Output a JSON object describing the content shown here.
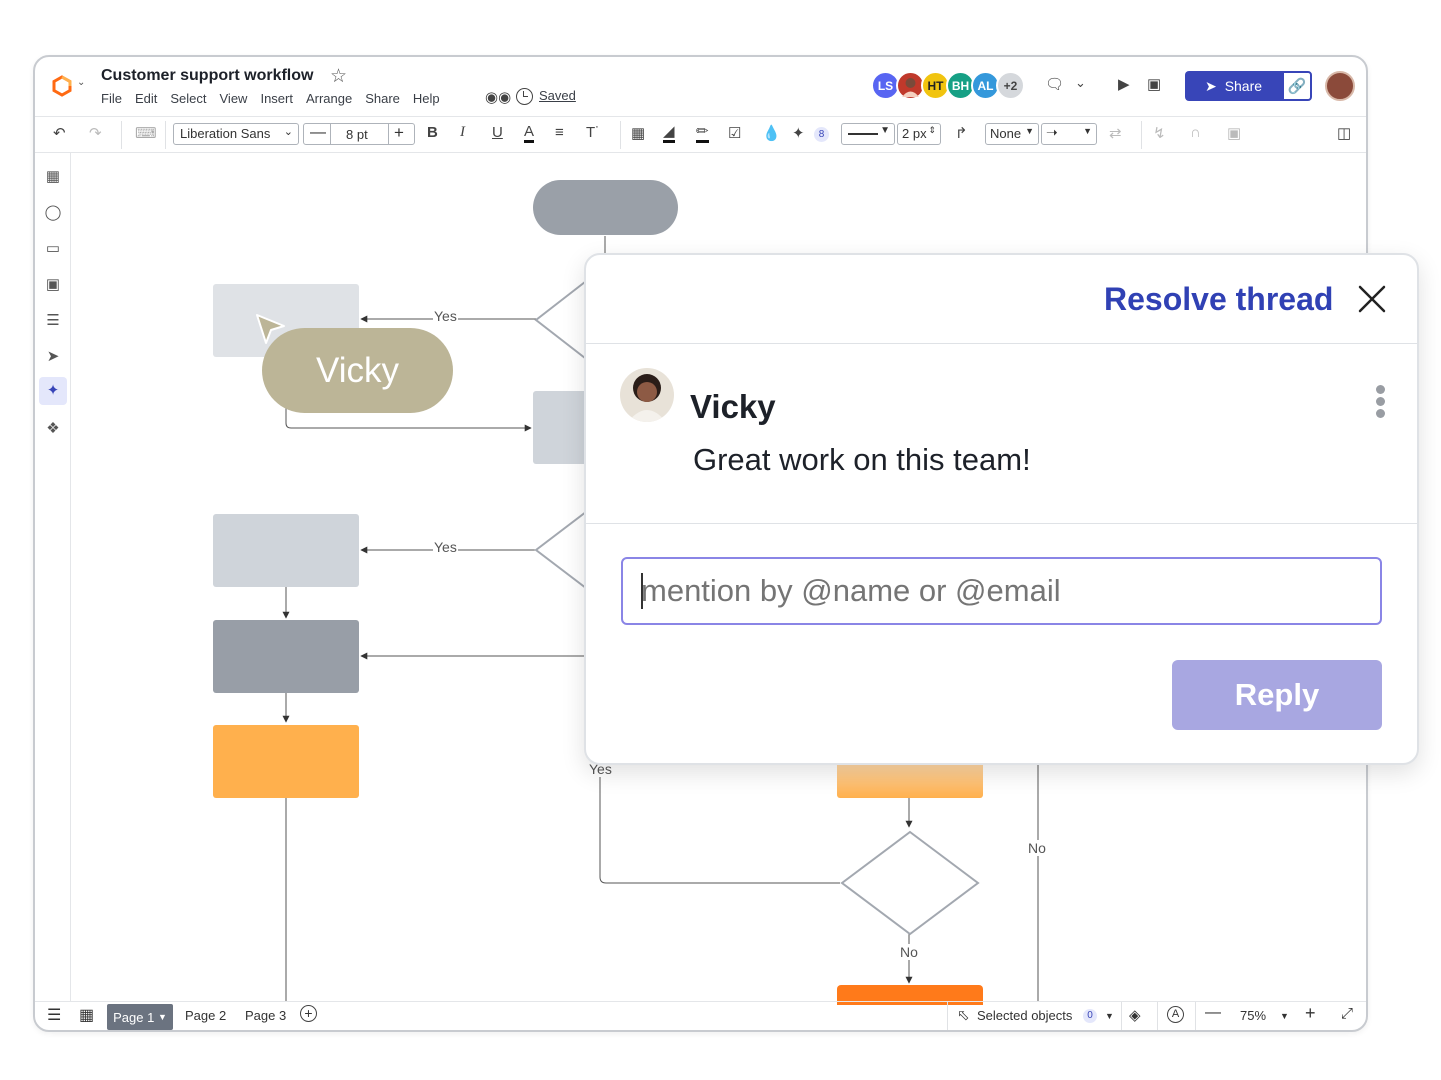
{
  "app": {
    "doc_title": "Customer support workflow",
    "menus": [
      "File",
      "Edit",
      "Select",
      "View",
      "Insert",
      "Arrange",
      "Share",
      "Help"
    ],
    "status": "Saved",
    "collaborators": [
      {
        "initials": "LS",
        "color": "#5865f2"
      },
      {
        "initials": "",
        "color": "#c0392b"
      },
      {
        "initials": "HT",
        "color": "#f1c40f"
      },
      {
        "initials": "BH",
        "color": "#16a085"
      },
      {
        "initials": "AL",
        "color": "#3498db"
      },
      {
        "initials": "+2",
        "color": "#d5d8dc"
      }
    ],
    "share_label": "Share"
  },
  "toolbar": {
    "font": "Liberation Sans",
    "font_size": "8 pt",
    "effects_count": "8",
    "line_width": "2 px",
    "endpoint_start": "None"
  },
  "canvas": {
    "labels": {
      "yes1": "Yes",
      "yes2": "Yes",
      "yes3": "Yes",
      "no1": "No",
      "no2": "No"
    },
    "cursor_user": "Vicky",
    "colors": {
      "terminator": "#9aa0a8",
      "light_box": "#dfe2e6",
      "mid_box": "#cfd4da",
      "dark_box": "#989ea7",
      "orange_box": "#ffb04d",
      "deep_orange": "#ff7a1a",
      "cursor_tag": "#bcb597"
    }
  },
  "bottom": {
    "pages": [
      "Page 1",
      "Page 2",
      "Page 3"
    ],
    "selected_objects_label": "Selected objects",
    "selected_count": "0",
    "zoom": "75%"
  },
  "comment": {
    "resolve_label": "Resolve thread",
    "author": "Vicky",
    "text": "Great work on this team!",
    "input_placeholder": "mention by @name or @email",
    "reply_label": "Reply",
    "accent": "#3041b4"
  }
}
